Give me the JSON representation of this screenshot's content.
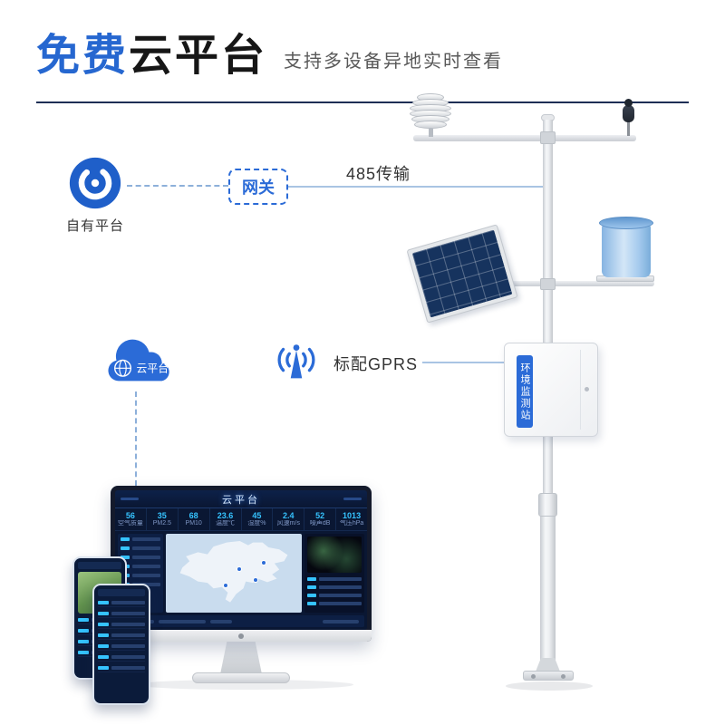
{
  "header": {
    "title_highlight": "免费",
    "title_rest": "云平台",
    "subtitle": "支持多设备异地实时查看"
  },
  "diagram": {
    "own_platform": {
      "label": "自有平台"
    },
    "gateway": {
      "label": "网关"
    },
    "rs485": {
      "label": "485传输"
    },
    "cloud": {
      "label": "云平台"
    },
    "gprs": {
      "label": "标配GPRS"
    }
  },
  "station": {
    "box_label": "环境监测站"
  },
  "monitor": {
    "dashboard": {
      "title": "云平台",
      "stats": [
        {
          "label": "空气质量",
          "value": "56"
        },
        {
          "label": "PM2.5",
          "value": "35"
        },
        {
          "label": "PM10",
          "value": "68"
        },
        {
          "label": "温度℃",
          "value": "23.6"
        },
        {
          "label": "湿度%",
          "value": "45"
        },
        {
          "label": "风速m/s",
          "value": "2.4"
        },
        {
          "label": "噪声dB",
          "value": "52"
        },
        {
          "label": "气压hPa",
          "value": "1013"
        }
      ]
    }
  },
  "colors": {
    "accent": "#2b6bd7",
    "headline_dark": "#161616",
    "connector": "#a9c4e3",
    "dashboard_bg": "#0a1733"
  }
}
